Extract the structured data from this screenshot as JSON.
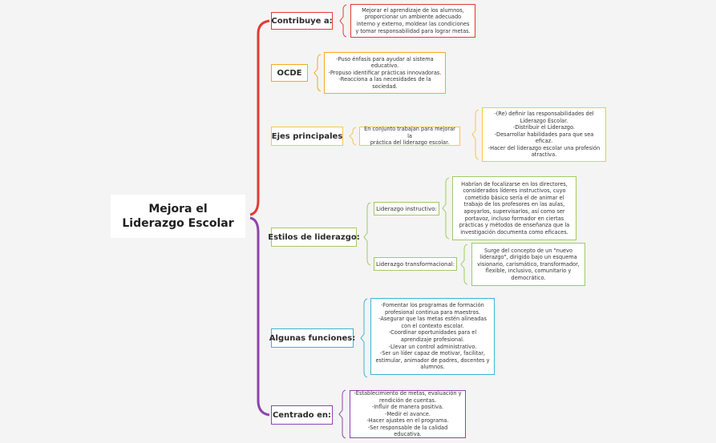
{
  "central": {
    "title": "Mejora el Liderazgo Escolar"
  },
  "colors": {
    "red": "#e53935",
    "orange": "#f5a623",
    "yellow": "#f2c94c",
    "green": "#9ccc65",
    "blue": "#3bb4d6",
    "purple": "#8e44ad"
  },
  "branches": {
    "contribuye": {
      "label": "Contribuye a:",
      "lines": [
        "Mejorar el aprendizaje de los alumnos,",
        "proporcionar un ambiente adecuado",
        "interno y externo, moldear las condiciones",
        "y tomar responsabilidad para lograr metas."
      ]
    },
    "ocde": {
      "label": "OCDE",
      "lines": [
        "-Puso énfasis para ayudar al sistema",
        "educativo.",
        "-Propuso identificar prácticas innovadoras.",
        "-Reacciona a las necesidades de la",
        "sociedad."
      ]
    },
    "ejes": {
      "label": "Ejes principales",
      "middle": [
        "En conjunto trabajan para mejorar la",
        "práctica del liderazgo escolar."
      ],
      "lines": [
        "-(Re) definir las responsabilidades del",
        "Liderazgo Escolar.",
        "-Distribuir el Liderazgo.",
        "-Desarrollar habilidades para que sea",
        "eficaz.",
        "-Hacer del liderazgo escolar una profesión",
        "atractiva."
      ]
    },
    "estilos": {
      "label": "Estilos de liderazgo:",
      "sub1": {
        "label": "Liderazgo instructivo:",
        "lines": [
          "Habrían de focalizarse en los directores,",
          "considerados líderes instructivos, cuyo",
          "cometido básico sería el de animar el",
          "trabajo de los profesores en las aulas,",
          "apoyarlos, supervisarlos, así como ser",
          "portavoz, incluso formador en ciertas",
          "prácticas y métodos de enseñanza que la",
          "investigación documenta como eficaces."
        ]
      },
      "sub2": {
        "label": "Liderazgo transformacional:",
        "lines": [
          "Surge del concepto de un \"nuevo",
          "liderazgo\", dirigido bajo un esquema",
          "visionario, carismático, transformador,",
          "flexible, inclusivo, comunitario y",
          "democrático."
        ]
      }
    },
    "funciones": {
      "label": "Algunas funciones:",
      "lines": [
        "-Fomentar los programas de formación",
        "profesional continua para maestros.",
        "-Asegurar que las metas estén alineadas",
        "con el contexto escolar.",
        "-Coordinar oportunidades para el",
        "aprendizaje profesional.",
        "-Llevar un control administrativo.",
        "-Ser un líder capaz de motivar, facilitar,",
        "estimular, animador de padres, docentes y",
        "alumnos."
      ]
    },
    "centrado": {
      "label": "Centrado en:",
      "lines": [
        "-Establecimiento de metas, evaluación y",
        "rendición de cuentas.",
        "-Influir de manera positiva.",
        "-Medir el avance.",
        "-Hacer ajustes en el programa.",
        "-Ser responsable de la calidad educativa."
      ]
    }
  }
}
